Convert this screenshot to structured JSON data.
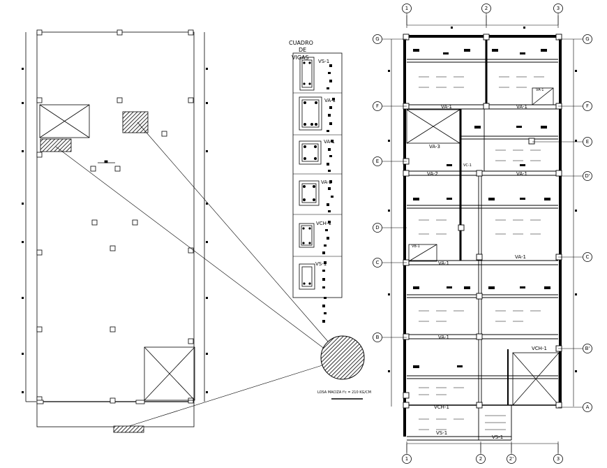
{
  "table": {
    "title_line1": "CUADRO",
    "title_line2": "DE",
    "title_line3": "VIGAS",
    "rows": [
      "VS-1",
      "VA-1",
      "VA-1",
      "VA-2",
      "VCH-1",
      "VS-1"
    ]
  },
  "slab_note": "LOSA MACIZA f'c = 210 KG/CM",
  "grid": {
    "top": [
      "1",
      "2",
      "3"
    ],
    "bottom": [
      "1",
      "2",
      "2'",
      "3"
    ],
    "left": [
      "G",
      "F",
      "E",
      "D",
      "C",
      "B"
    ],
    "right": [
      "G",
      "F",
      "E",
      "D'",
      "C",
      "B'",
      "A"
    ]
  },
  "beams": {
    "f1": "VA-1",
    "f2": "VA-1",
    "va3": "VA-3",
    "va2": "VA-2",
    "d1": "VA-1",
    "c1": "VA-1",
    "c2": "VA-1",
    "b1": "VA-1",
    "vch1": "VCH-1",
    "vch2": "VCH-1",
    "vs1": "VS-1",
    "vs2": "VS-1",
    "vb1": "VB-1",
    "va1top": "VA-1",
    "vc1": "VC-1"
  }
}
